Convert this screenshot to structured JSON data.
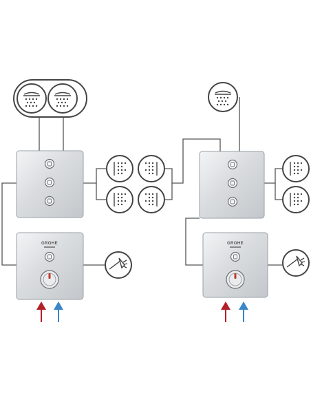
{
  "diagram": {
    "brand_label": "GROHE",
    "colors": {
      "hot_arrow": "#b3202a",
      "cold_arrow": "#3a86c8",
      "panel_chrome": "#dfe2e5",
      "line": "#555555"
    },
    "left_system": {
      "top_outlets": [
        "rain-spray-icon",
        "rain-spray-icon"
      ],
      "diverter_buttons": 3,
      "side_outlets": [
        "body-jet-icon",
        "body-jet-icon"
      ],
      "thermostat_outlet": "hand-shower-icon",
      "inlets": [
        "hot-water-arrow",
        "cold-water-arrow"
      ]
    },
    "right_system": {
      "top_outlets": [
        "rain-spray-icon"
      ],
      "diverter_buttons": 3,
      "left_outlets": [
        "body-jet-icon",
        "body-jet-icon"
      ],
      "side_outlets": [
        "body-jet-icon",
        "body-jet-icon"
      ],
      "thermostat_outlet": "hand-shower-icon",
      "inlets": [
        "hot-water-arrow",
        "cold-water-arrow"
      ]
    }
  }
}
